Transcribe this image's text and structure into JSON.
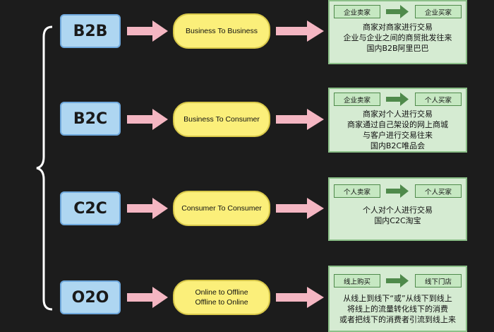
{
  "colors": {
    "background": "#1c1c1c",
    "code_fill": "#aed6f1",
    "pill_fill": "#fbef7a",
    "arrow_pink": "#f4b6c2",
    "panel_fill": "#d5ebd2",
    "tag_border": "#4f8a4b",
    "arrow_green": "#4f8a4b"
  },
  "rows": [
    {
      "code": "B2B",
      "pill_lines": [
        "Business To Business"
      ],
      "from": "企业卖家",
      "to": "企业买家",
      "lines": [
        "商家对商家进行交易",
        "企业与企业之间的商贸批发往来",
        "国内B2B阿里巴巴"
      ]
    },
    {
      "code": "B2C",
      "pill_lines": [
        "Business To Consumer"
      ],
      "from": "企业卖家",
      "to": "个人买家",
      "lines": [
        "商家对个人进行交易",
        "商家通过自己架设的网上商城",
        "与客户进行交易往来",
        "国内B2C唯品会"
      ]
    },
    {
      "code": "C2C",
      "pill_lines": [
        "Consumer To Consumer"
      ],
      "from": "个人卖家",
      "to": "个人买家",
      "lines": [
        "个人对个人进行交易",
        "国内C2C淘宝"
      ]
    },
    {
      "code": "O2O",
      "pill_lines": [
        "Online to Offline",
        "Offline to Online"
      ],
      "from": "线上购买",
      "to": "线下门店",
      "lines": [
        "从线上到线下“或”从线下到线上",
        "将线上的流量转化线下的消费",
        "或者把线下的消费者引流到线上来"
      ]
    }
  ]
}
